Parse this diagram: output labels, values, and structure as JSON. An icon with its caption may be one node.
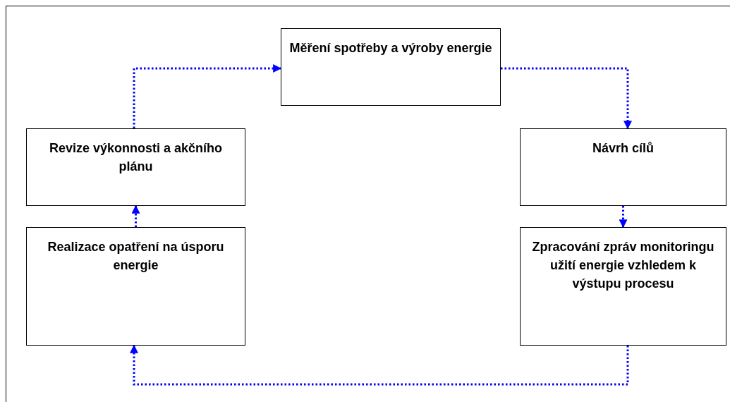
{
  "diagram": {
    "nodes": [
      {
        "text": [
          "Měření spotřeby a výroby energie"
        ]
      },
      {
        "text": [
          "Návrh cílů"
        ]
      },
      {
        "text": [
          "Zpracování zpráv monitoringu užití energie vzhledem k výstupu procesu"
        ]
      },
      {
        "text": [
          "Realizace opatření na úsporu energie"
        ]
      },
      {
        "text": [
          "Revize výkonnosti a akčního plánu"
        ]
      }
    ],
    "edges": [
      {
        "from": 0,
        "to": 1,
        "arrow": "to",
        "style": "dashed"
      },
      {
        "from": 1,
        "to": 2,
        "arrow": "to",
        "style": "dashed"
      },
      {
        "from": 2,
        "to": 3,
        "arrow": "to",
        "style": "dashed"
      },
      {
        "from": 3,
        "to": 4,
        "arrow": "to",
        "style": "dashed"
      },
      {
        "from": 4,
        "to": 0,
        "arrow": "to",
        "style": "dashed"
      }
    ]
  }
}
